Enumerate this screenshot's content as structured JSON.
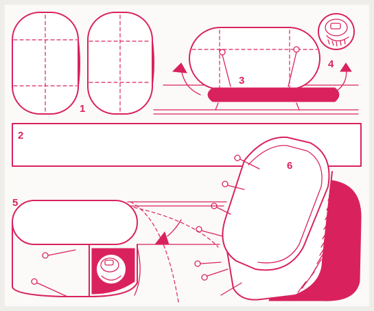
{
  "steps": [
    {
      "id": "step-1",
      "label": "1"
    },
    {
      "id": "step-2",
      "label": "2"
    },
    {
      "id": "step-3",
      "label": "3"
    },
    {
      "id": "step-4",
      "label": "4"
    },
    {
      "id": "step-5",
      "label": "5"
    },
    {
      "id": "step-6",
      "label": "6"
    }
  ],
  "colors": {
    "ink": "#d9225d",
    "paper": "#ffffff",
    "background": "#f3f2f0"
  },
  "icons": [
    "box-lid-icon",
    "rivet-icon",
    "arrow-icon"
  ]
}
